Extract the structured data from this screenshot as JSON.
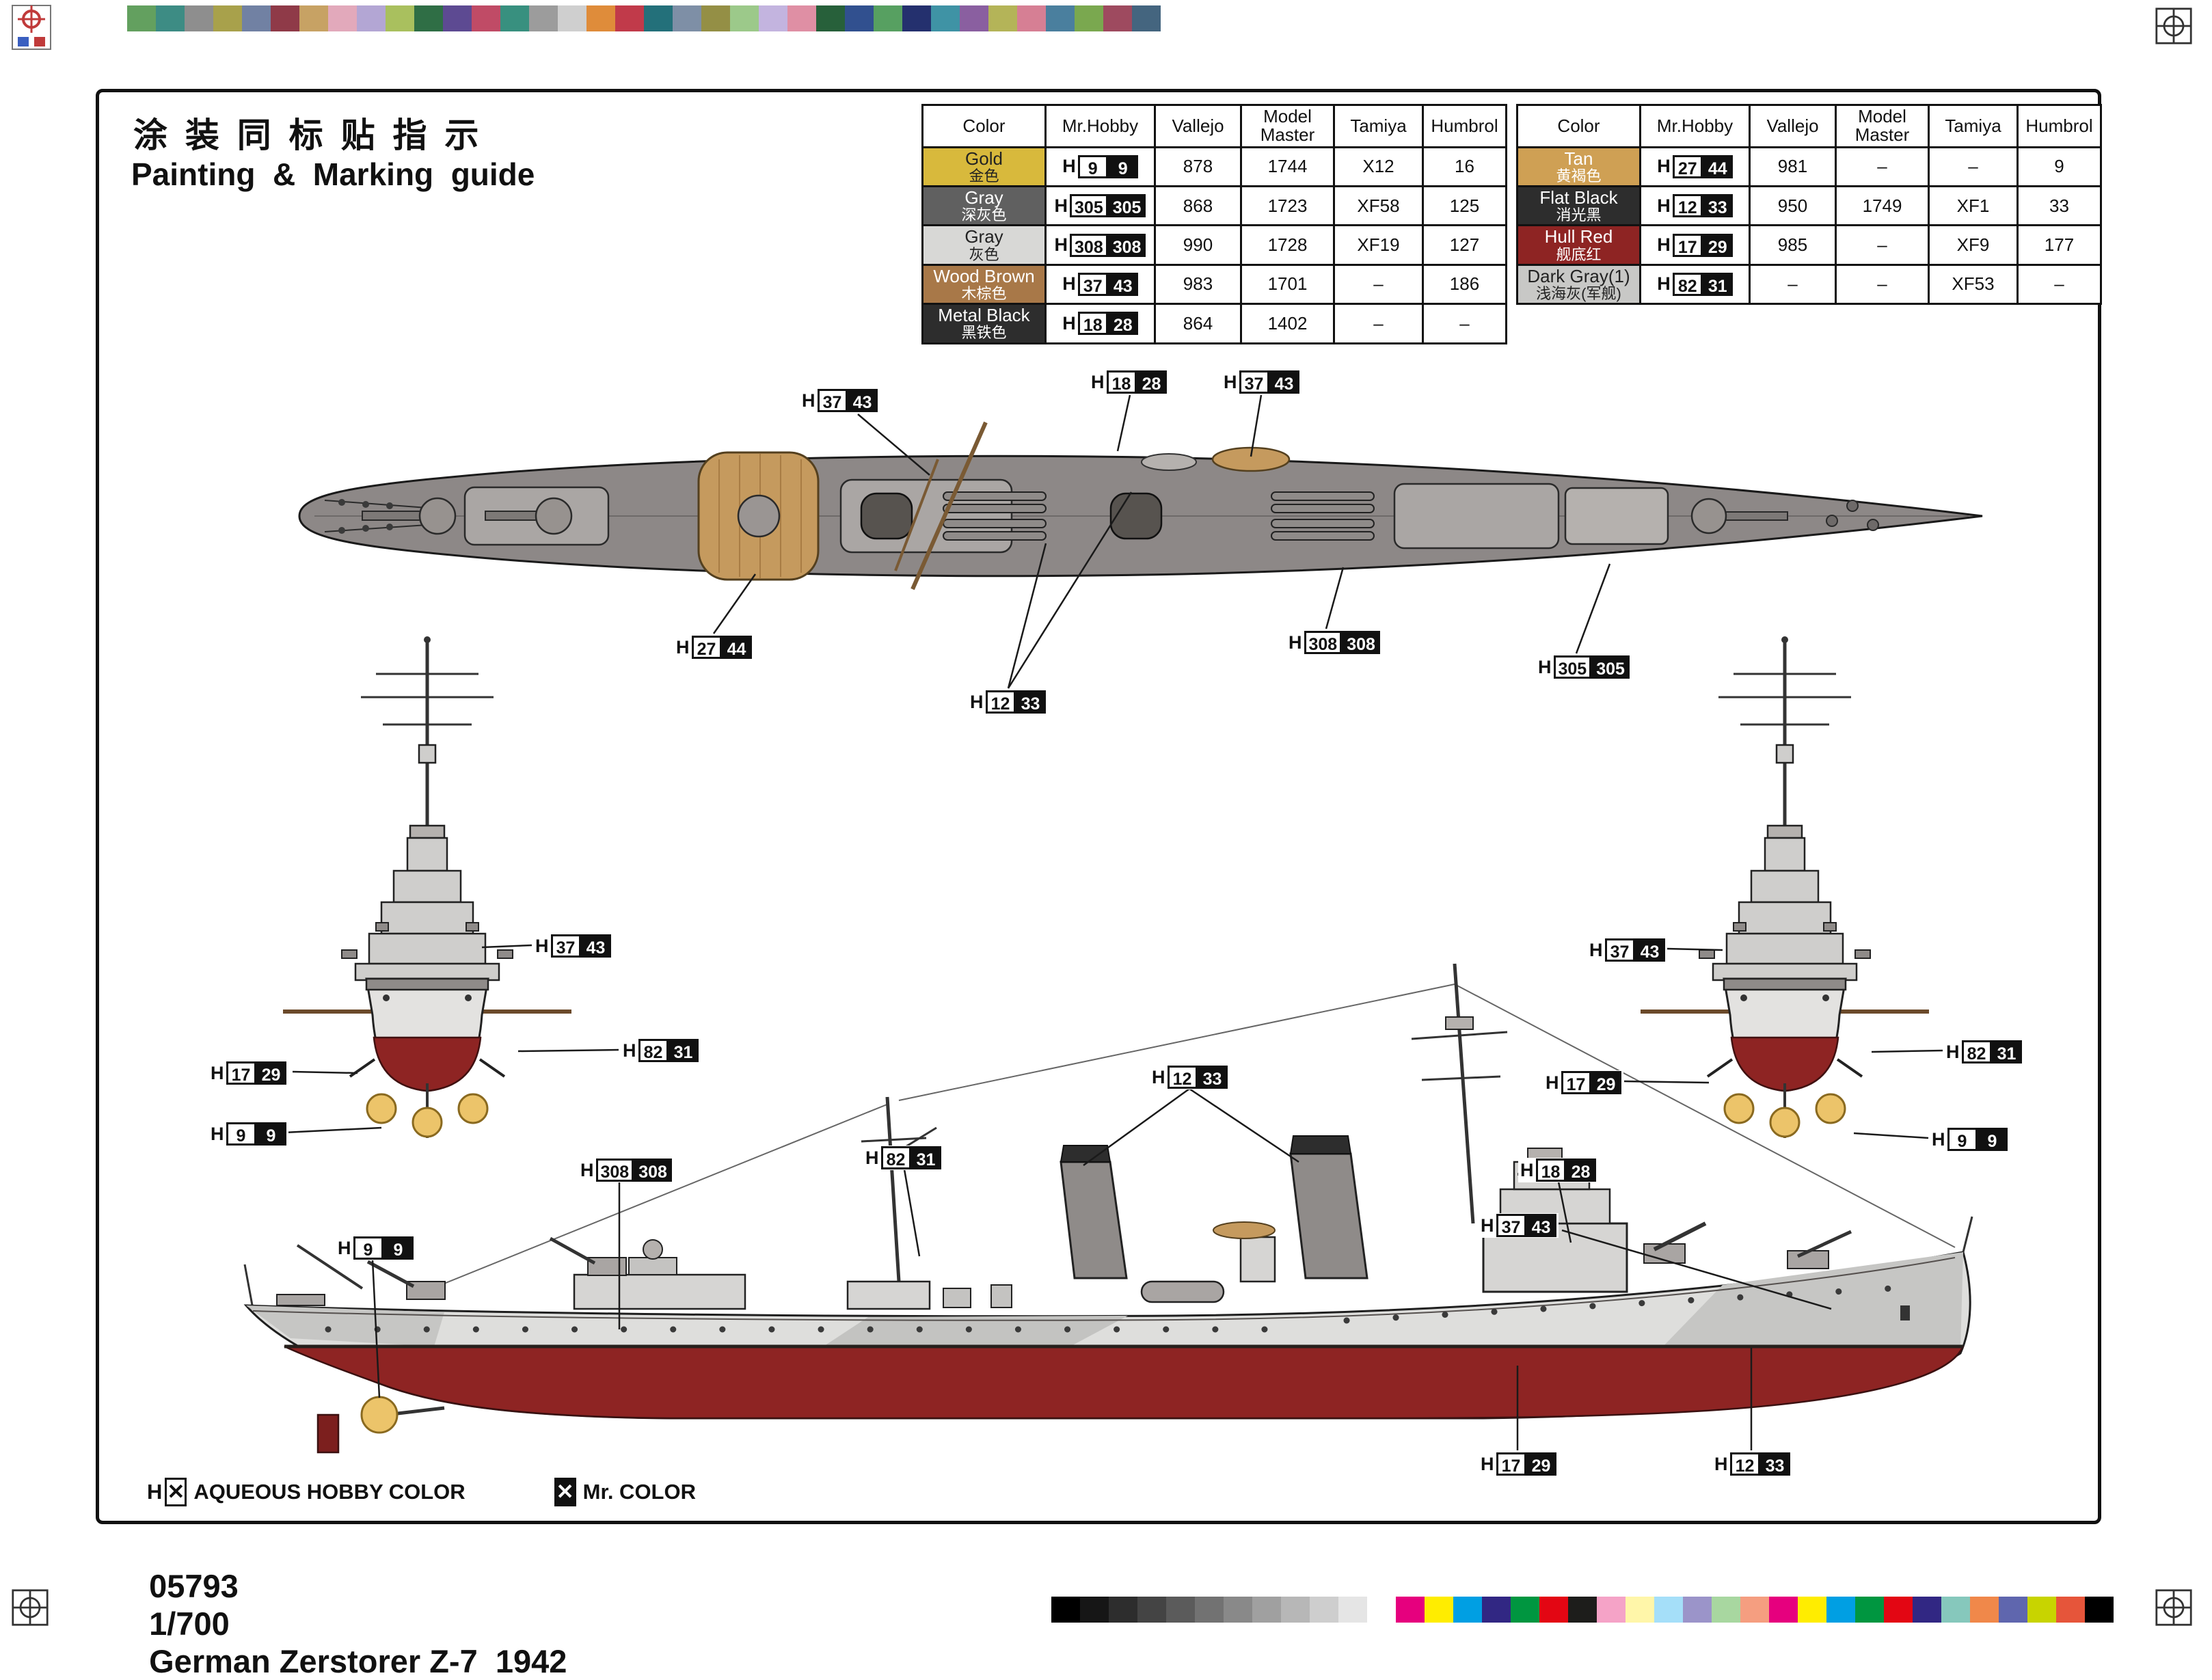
{
  "page": {
    "kit_number": "05793",
    "scale": "1/700",
    "subject": "German Zerstorer Z-7  1942",
    "guide_title_cn": "涂 装 同 标 贴 指 示",
    "guide_title_en": "Painting  &  Marking  guide",
    "h_prefix": "H",
    "legend": {
      "aqueous_label": "AQUEOUS HOBBY COLOR",
      "mr_color_label": "Mr. COLOR",
      "box_x": "✕"
    }
  },
  "tables": [
    {
      "headers": [
        "Color",
        "Mr.Hobby",
        "Vallejo",
        "Model Master",
        "Tamiya",
        "Humbrol"
      ],
      "rows": [
        {
          "name": "Gold",
          "cn": "金色",
          "bg": "#d8b93c",
          "fg": "#222222",
          "hw": "9",
          "hb": "9",
          "vallejo": "878",
          "mm": "1744",
          "tamiya": "X12",
          "humbrol": "16"
        },
        {
          "name": "Gray",
          "cn": "深灰色",
          "bg": "#606060",
          "fg": "#ffffff",
          "hw": "305",
          "hb": "305",
          "vallejo": "868",
          "mm": "1723",
          "tamiya": "XF58",
          "humbrol": "125"
        },
        {
          "name": "Gray",
          "cn": "灰色",
          "bg": "#d8d8d6",
          "fg": "#222222",
          "hw": "308",
          "hb": "308",
          "vallejo": "990",
          "mm": "1728",
          "tamiya": "XF19",
          "humbrol": "127"
        },
        {
          "name": "Wood Brown",
          "cn": "木棕色",
          "bg": "#a87848",
          "fg": "#ffffff",
          "hw": "37",
          "hb": "43",
          "vallejo": "983",
          "mm": "1701",
          "tamiya": "–",
          "humbrol": "186"
        },
        {
          "name": "Metal  Black",
          "cn": "黑铁色",
          "bg": "#2d2d2d",
          "fg": "#ffffff",
          "hw": "18",
          "hb": "28",
          "vallejo": "864",
          "mm": "1402",
          "tamiya": "–",
          "humbrol": "–"
        }
      ]
    },
    {
      "headers": [
        "Color",
        "Mr.Hobby",
        "Vallejo",
        "Model Master",
        "Tamiya",
        "Humbrol"
      ],
      "rows": [
        {
          "name": "Tan",
          "cn": "黄褐色",
          "bg": "#cfa054",
          "fg": "#ffffff",
          "hw": "27",
          "hb": "44",
          "vallejo": "981",
          "mm": "–",
          "tamiya": "–",
          "humbrol": "9"
        },
        {
          "name": "Flat Black",
          "cn": "消光黑",
          "bg": "#2d2d2d",
          "fg": "#ffffff",
          "hw": "12",
          "hb": "33",
          "vallejo": "950",
          "mm": "1749",
          "tamiya": "XF1",
          "humbrol": "33"
        },
        {
          "name": "Hull Red",
          "cn": "舰底红",
          "bg": "#8e2423",
          "fg": "#ffffff",
          "hw": "17",
          "hb": "29",
          "vallejo": "985",
          "mm": "–",
          "tamiya": "XF9",
          "humbrol": "177"
        },
        {
          "name": "Dark Gray(1)",
          "cn": "浅海灰(军舰)",
          "bg": "#c8c8c6",
          "fg": "#222222",
          "hw": "82",
          "hb": "31",
          "vallejo": "–",
          "mm": "–",
          "tamiya": "XF53",
          "humbrol": "–"
        }
      ]
    }
  ],
  "callouts": [
    {
      "w": "37",
      "b": "43"
    },
    {
      "w": "18",
      "b": "28"
    },
    {
      "w": "37",
      "b": "43"
    },
    {
      "w": "27",
      "b": "44"
    },
    {
      "w": "12",
      "b": "33"
    },
    {
      "w": "308",
      "b": "308"
    },
    {
      "w": "305",
      "b": "305"
    },
    {
      "w": "37",
      "b": "43"
    },
    {
      "w": "82",
      "b": "31"
    },
    {
      "w": "17",
      "b": "29"
    },
    {
      "w": "9",
      "b": "9"
    },
    {
      "w": "37",
      "b": "43"
    },
    {
      "w": "82",
      "b": "31"
    },
    {
      "w": "17",
      "b": "29"
    },
    {
      "w": "9",
      "b": "9"
    },
    {
      "w": "12",
      "b": "33"
    },
    {
      "w": "308",
      "b": "308"
    },
    {
      "w": "82",
      "b": "31"
    },
    {
      "w": "18",
      "b": "28"
    },
    {
      "w": "37",
      "b": "43"
    },
    {
      "w": "9",
      "b": "9"
    },
    {
      "w": "17",
      "b": "29"
    },
    {
      "w": "12",
      "b": "33"
    }
  ],
  "strips": {
    "top": [
      "#63a05f",
      "#3d8c84",
      "#8e8e8e",
      "#a8a14b",
      "#7181a3",
      "#8f3a48",
      "#c7a264",
      "#e2a9bb",
      "#b3a6d4",
      "#a9c05e",
      "#2f6e45",
      "#5d4a92",
      "#c04b66",
      "#38907f",
      "#9c9c9c",
      "#cfcfcf",
      "#df8c3a",
      "#c13a4a",
      "#23707a",
      "#7e8fa6",
      "#948f45",
      "#9cc98a",
      "#c3b4df",
      "#df8fa4",
      "#27603a",
      "#31508f",
      "#57a061",
      "#24306e",
      "#3f93a5",
      "#8a5fa0",
      "#b4b458",
      "#d67f94",
      "#4a7f9e",
      "#7aa84f",
      "#9e4a5f",
      "#44657f"
    ],
    "bottom": [
      "#000000",
      "#161616",
      "#2d2d2d",
      "#444444",
      "#5b5b5b",
      "#727272",
      "#898989",
      "#a0a0a0",
      "#b7b7b7",
      "#cecece",
      "#e5e5e5",
      "#ffffff",
      "#e6007e",
      "#ffed00",
      "#009fe3",
      "#312783",
      "#009640",
      "#e30613",
      "#1d1d1b",
      "#f5a3c7",
      "#fff6a9",
      "#a5dff9",
      "#9b94c9",
      "#a8d7a0",
      "#f59e80",
      "#e6007e",
      "#ffed00",
      "#009fe3",
      "#009640",
      "#e30613",
      "#312783",
      "#86c8bc",
      "#f0884a",
      "#5f66ae",
      "#c8d400",
      "#e6553a",
      "#000000"
    ]
  },
  "palette": {
    "deck_gray": "#8d8887",
    "hull_light_gray": "#dededc",
    "hull_red": "#8e2423",
    "wood_tan": "#c59a5e",
    "gold": "#ecc46a",
    "metal_black": "#2d2d2d"
  }
}
